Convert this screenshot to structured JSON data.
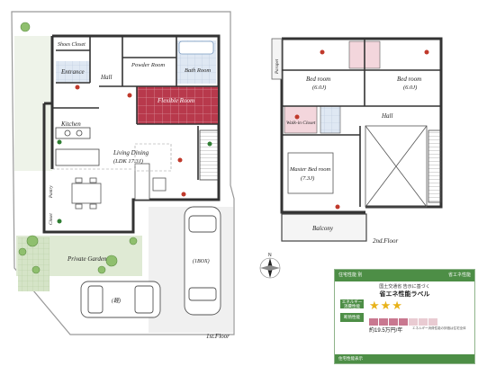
{
  "floor1": {
    "title": "1st.Floor",
    "rooms": {
      "shoes_closet": "Shoes Closet",
      "entrance": "Entrance",
      "powder_room": "Powder Room",
      "bath_room": "Bath Room",
      "hall": "Hall",
      "flexible_room": "Flexible Room",
      "kitchen": "Kitchen",
      "living_dining": "Living Dining",
      "living_dining_size": "(LDK 17.3J)",
      "private_garden": "Private Garden",
      "pantry": "Pantry",
      "closet_small": "Closet"
    },
    "parking": {
      "car1": "(1BOX)",
      "car2": "(軽)"
    }
  },
  "floor2": {
    "title": "2nd.Floor",
    "rooms": {
      "bed_room_1": "Bed room",
      "bed_room_1_size": "(6.0J)",
      "bed_room_2": "Bed room",
      "bed_room_2_size": "(6.0J)",
      "parapet": "Parapet",
      "walk_in_closet": "Walk-in Closet",
      "hall": "Hall",
      "master_bed_room": "Master Bed room",
      "master_bed_room_size": "(7.3J)",
      "balcony": "Balcony"
    }
  },
  "energy_label": {
    "header_left": "住宅性能 別",
    "header_right": "省エネ性能",
    "title": "国土交通省 告示に基づく",
    "name": "省エネ性能ラベル",
    "energy_row": "エネルギー消費性能",
    "insulation_row": "断熱性能",
    "stars": "★★★",
    "cost": "約19.5万円/年",
    "note": "エネルギー消費性能の評価は住宅全体",
    "footer": "住宅性能表示",
    "insulation_level": 0.6,
    "brand_color": "#4d8e46"
  },
  "compass": {
    "label": "N"
  }
}
